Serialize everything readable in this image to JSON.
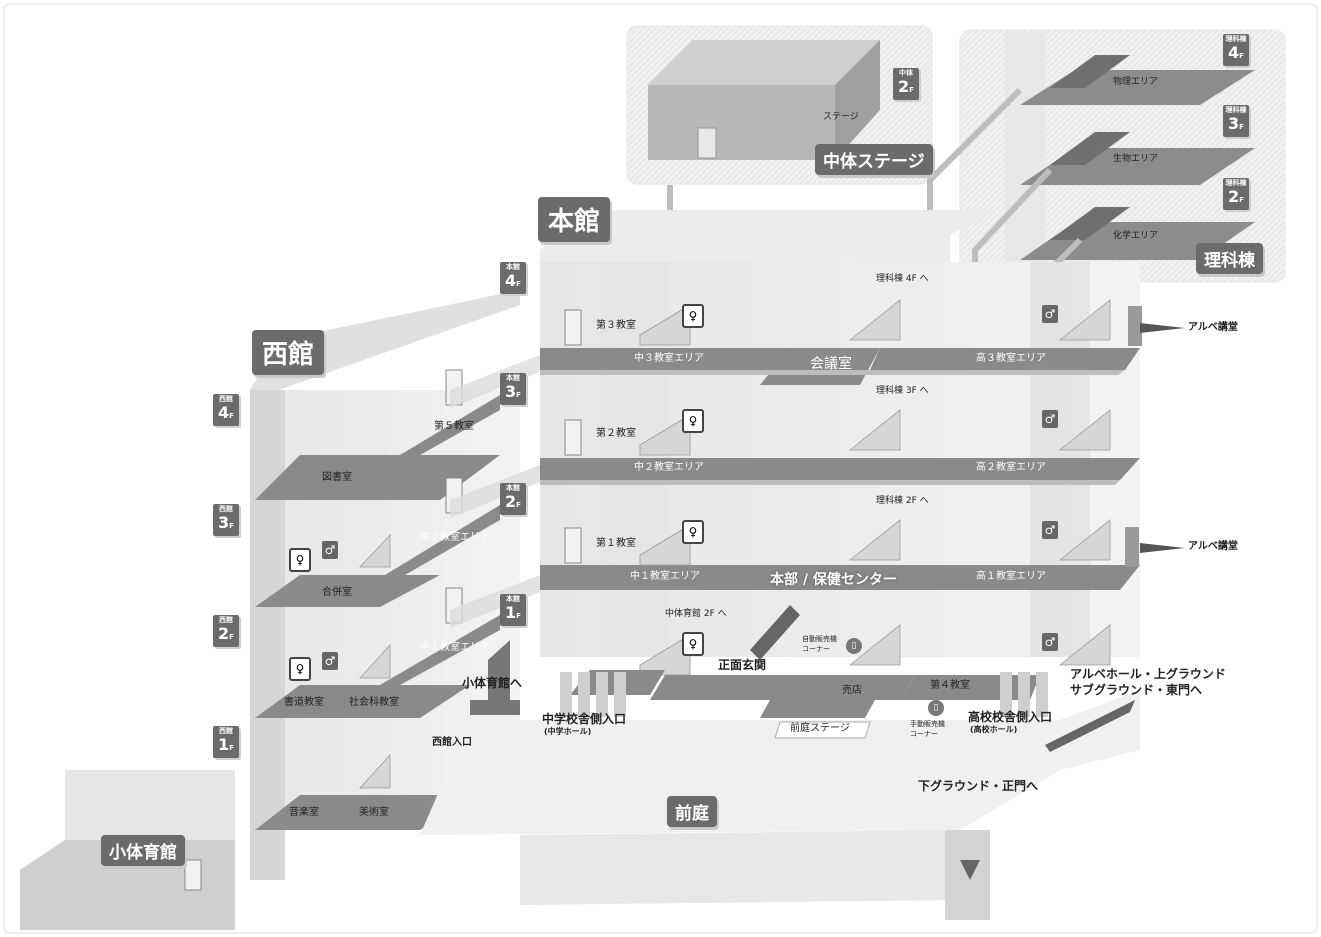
{
  "buildings": {
    "main": "本館",
    "west": "西館",
    "science": "理科棟",
    "stage": "中体ステージ",
    "small_gym": "小体育館",
    "front_yard": "前庭"
  },
  "floor_badges": {
    "main_4": {
      "building": "本館",
      "num": "4",
      "f": "F"
    },
    "main_3": {
      "building": "本館",
      "num": "3",
      "f": "F"
    },
    "main_2": {
      "building": "本館",
      "num": "2",
      "f": "F"
    },
    "main_1": {
      "building": "本館",
      "num": "1",
      "f": "F"
    },
    "west_4": {
      "building": "西館",
      "num": "4",
      "f": "F"
    },
    "west_3": {
      "building": "西館",
      "num": "3",
      "f": "F"
    },
    "west_2": {
      "building": "西館",
      "num": "2",
      "f": "F"
    },
    "west_1": {
      "building": "西館",
      "num": "1",
      "f": "F"
    },
    "sci_4": {
      "building": "理科棟",
      "num": "4",
      "f": "F"
    },
    "sci_3": {
      "building": "理科棟",
      "num": "3",
      "f": "F"
    },
    "sci_2": {
      "building": "理科棟",
      "num": "2",
      "f": "F"
    },
    "gym_2": {
      "building": "中体",
      "num": "2",
      "f": "F"
    }
  },
  "rooms": {
    "room3": "第３教室",
    "room2": "第２教室",
    "room1": "第１教室",
    "room4": "第４教室",
    "room5": "第５教室",
    "library": "図書室",
    "joint": "合併室",
    "calligraphy": "書道教室",
    "social": "社会科教室",
    "music": "音楽室",
    "art": "美術室",
    "conference": "会議室",
    "shop": "売店",
    "stage_small": "ステージ",
    "physics": "物理エリア",
    "biology": "生物エリア",
    "chemistry": "化学エリア",
    "front_stage": "前庭ステージ"
  },
  "areas": {
    "jh3": "中３教室エリア",
    "jh2": "中２教室エリア",
    "jh1": "中１教室エリア",
    "hs3": "高３教室エリア",
    "hs2": "高２教室エリア",
    "hs1": "高１教室エリア",
    "west_jh2": "中２教室エリア",
    "west_jh1": "中１教室エリア",
    "office": "本部 / 保健センター"
  },
  "directions": {
    "sci4": "理科棟 4F へ",
    "sci3": "理科棟 3F へ",
    "sci2": "理科棟 2F へ",
    "gym2f": "中体育館 2F へ",
    "alpe1": "アルベ講堂",
    "alpe2": "アルベ講堂",
    "small_gym_to": "小体育館へ",
    "west_entrance": "西館入口",
    "jh_entrance": "中学校舎側入口",
    "jh_hall": "(中学ホール)",
    "main_entrance": "正面玄関",
    "hs_entrance": "高校校舎側入口",
    "hs_hall": "(高校ホール)",
    "alpe_hall_line1": "アルベホール・上グラウンド",
    "alpe_hall_line2": "サブグラウンド・東門へ",
    "lower_ground": "下グラウンド・正門へ"
  },
  "vending": {
    "auto_line1": "自動販売機",
    "auto_line2": "コーナー",
    "manual_line1": "手動販売機",
    "manual_line2": "コーナー"
  },
  "icons": [
    "toilet-pin-icon",
    "toilet-icon",
    "vending-icon",
    "stairs-icon"
  ]
}
